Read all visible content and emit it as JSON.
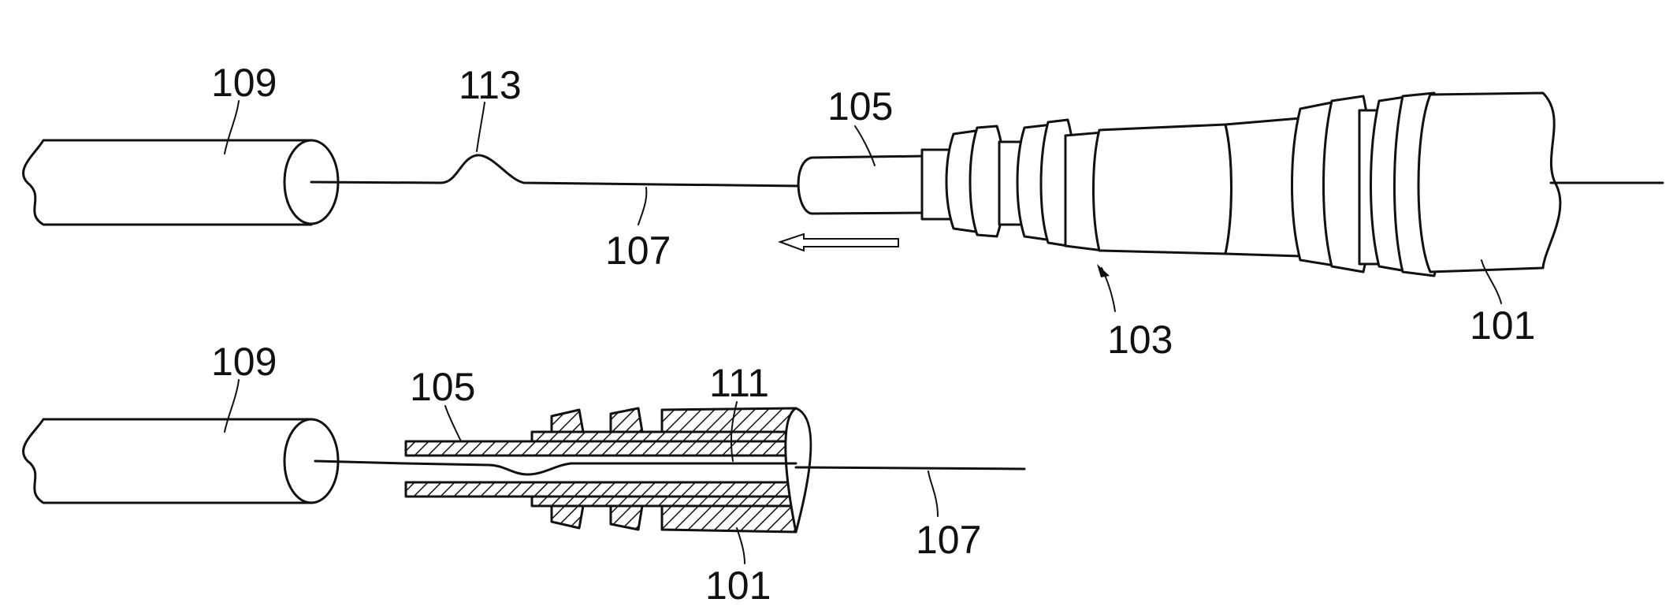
{
  "figure": {
    "top": {
      "label_109": "109",
      "label_113": "113",
      "label_105": "105",
      "label_107": "107",
      "label_103": "103",
      "label_101": "101"
    },
    "bottom": {
      "label_109": "109",
      "label_105": "105",
      "label_111": "111",
      "label_107": "107",
      "label_101": "101"
    }
  }
}
